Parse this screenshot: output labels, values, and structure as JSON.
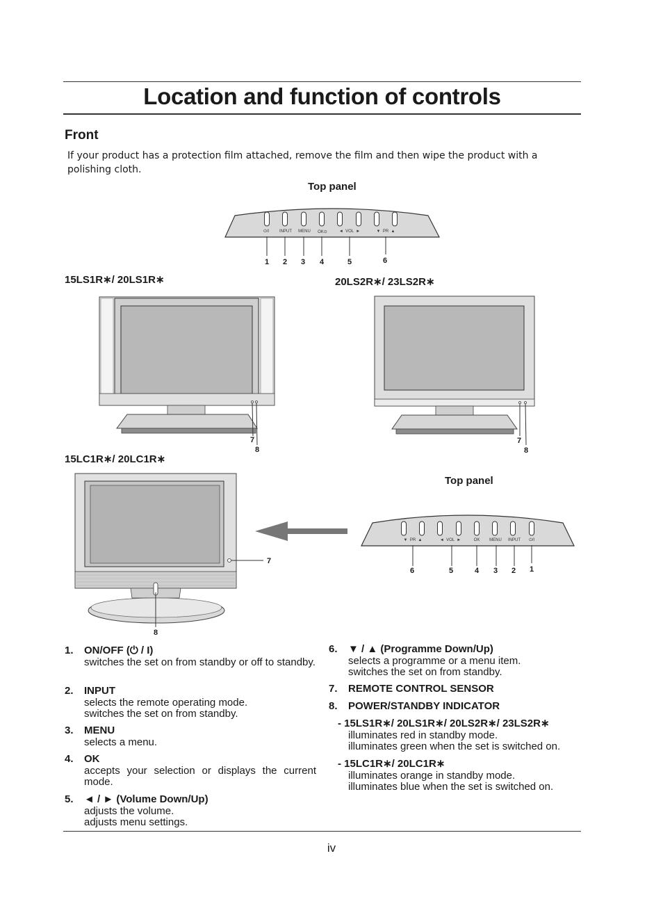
{
  "title": "Location and function of controls",
  "section": "Front",
  "intro": "If your product has a protection film attached, remove the film and then wipe the product with a polishing cloth.",
  "top_panel_1": {
    "label": "Top panel",
    "buttons": [
      "⏻/I",
      "INPUT",
      "MENU",
      "OK⊙",
      "◄  VOL  ►",
      "▼  PR  ▲"
    ],
    "callouts": [
      "1",
      "2",
      "3",
      "4",
      "5",
      "6"
    ]
  },
  "top_panel_2": {
    "label": "Top panel",
    "buttons": [
      "▼  PR  ▲",
      "◄  VOL  ►",
      "OK",
      "MENU",
      "INPUT",
      "⏻/I"
    ],
    "callouts": [
      "6",
      "5",
      "4",
      "3",
      "2",
      "1"
    ]
  },
  "models": {
    "ls1r": "15LS1R∗/ 20LS1R∗",
    "ls2r": "20LS2R∗/ 23LS2R∗",
    "lc1r": "15LC1R∗/ 20LC1R∗"
  },
  "tv_callouts": {
    "sensor": "7",
    "indicator": "8"
  },
  "items_left": [
    {
      "n": "1.",
      "head": "ON/OFF (⏻ / I)",
      "lines": [
        "switches the set on from standby or off to standby."
      ]
    },
    {
      "n": "2.",
      "head": "INPUT",
      "lines": [
        "selects the remote operating mode.",
        "switches the set on from standby."
      ]
    },
    {
      "n": "3.",
      "head": "MENU",
      "lines": [
        "selects a menu."
      ]
    },
    {
      "n": "4.",
      "head": "OK",
      "lines": [
        "accepts your selection or displays the current mode."
      ]
    },
    {
      "n": "5.",
      "head": "◄ / ► (Volume Down/Up)",
      "lines": [
        "adjusts the volume.",
        "adjusts menu settings."
      ]
    }
  ],
  "items_right": [
    {
      "n": "6.",
      "head": "▼ / ▲ (Programme Down/Up)",
      "lines": [
        "selects a programme or a menu item.",
        "switches the set on from standby."
      ]
    },
    {
      "n": "7.",
      "head": "REMOTE CONTROL SENSOR",
      "lines": []
    },
    {
      "n": "8.",
      "head": "POWER/STANDBY INDICATOR",
      "lines": []
    }
  ],
  "sub_items": [
    {
      "head": "- 15LS1R∗/ 20LS1R∗/ 20LS2R∗/ 23LS2R∗",
      "lines": [
        "illuminates red in standby mode.",
        "illuminates green when the set is switched on."
      ]
    },
    {
      "head": "- 15LC1R∗/ 20LC1R∗",
      "lines": [
        "illuminates orange in standby mode.",
        "illuminates blue when the set is switched on."
      ]
    }
  ],
  "page_number": "iv"
}
